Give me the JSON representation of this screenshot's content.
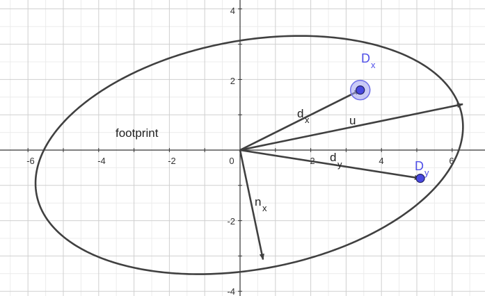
{
  "axes": {
    "x_ticks": [
      "-6",
      "-4",
      "-2",
      "0",
      "2",
      "4",
      "6"
    ],
    "y_ticks": [
      "4",
      "2",
      "-2",
      "-4"
    ]
  },
  "labels": {
    "footprint": "footprint",
    "d": "d",
    "x_sub": "x",
    "y_sub": "y",
    "u": "u",
    "n": "n",
    "D": "D"
  },
  "colors": {
    "curve": "#404040",
    "vector": "#404040",
    "point_fill": "#4848e0",
    "point_label": "#5050e8",
    "grid_major": "#cfcfcf",
    "grid_minor": "#ececec"
  },
  "geometry": {
    "ellipse": {
      "cx": 0.26,
      "cy": -0.14,
      "a": 6.12,
      "b": 3.24,
      "rotation_deg": 10.5
    },
    "vectors": [
      {
        "name": "d_x",
        "to": [
          3.4,
          1.7
        ]
      },
      {
        "name": "d_y",
        "to": [
          5.1,
          -0.8
        ]
      },
      {
        "name": "u",
        "to": [
          6.3,
          1.3
        ]
      },
      {
        "name": "n_x",
        "to": [
          0.65,
          -3.1
        ]
      }
    ],
    "points": [
      {
        "name": "D_x",
        "at": [
          3.4,
          1.7
        ],
        "highlighted": true
      },
      {
        "name": "D_y",
        "at": [
          5.1,
          -0.8
        ],
        "highlighted": false
      }
    ]
  }
}
